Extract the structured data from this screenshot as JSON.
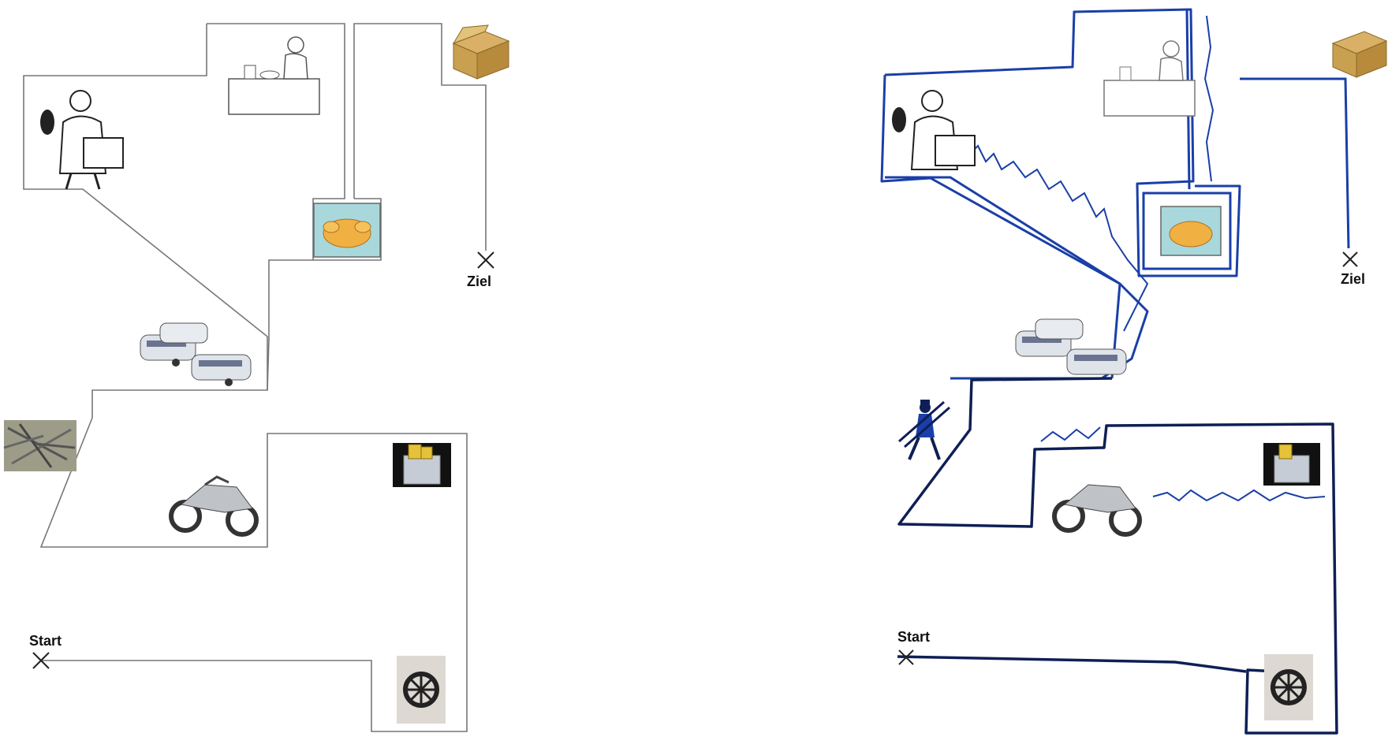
{
  "left_panel": {
    "start_label": "Start",
    "goal_label": "Ziel"
  },
  "right_panel": {
    "start_label": "Start",
    "goal_label": "Ziel"
  },
  "landmarks": {
    "left": [
      "butcher",
      "chef-counter",
      "cardboard-box",
      "roast-chicken",
      "caravans",
      "nails-photo",
      "motorcycle",
      "toaster",
      "wheel"
    ],
    "right": [
      "butcher",
      "chef-counter",
      "cardboard-box",
      "roast-chicken",
      "caravans",
      "chimney-sweep",
      "motorcycle",
      "toaster",
      "wheel"
    ]
  },
  "colors": {
    "path_outline": "#777777",
    "drawing_blue": "#1a3fa8",
    "drawing_dark": "#0f1f55"
  }
}
